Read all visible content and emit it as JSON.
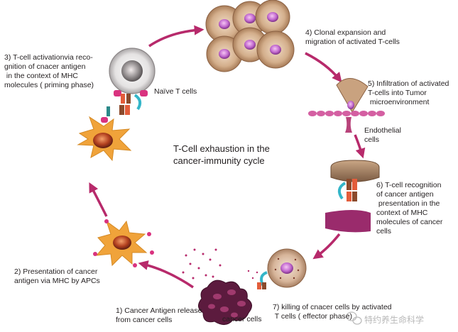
{
  "title": "T-Cell exhaustion in the\ncancer-immunity cycle",
  "steps": {
    "s1": "1) Cancer Antigen release\nfrom cancer cells",
    "s2": "2) Presentation of cancer\nantigen via MHC by APCs",
    "s3": "3) T-cell activationvia reco-\ngnition of cnacer antigen\n in the context of MHC\nmolecules ( priming phase)",
    "s4": "4) Clonal expansion and\nmigration of activated T-cells",
    "s5": "5) Infiltration of activated\nT-cells into Tumor\n microenvironment",
    "s6": "6) T-cell recognition\nof cancer antigen\n presentation in the\ncontext of MHC\nmolecules of cancer\ncells",
    "s7": "7) killing of cnacer cells by activated\n T cells ( effector phase)"
  },
  "labels": {
    "naive_t_cells": "Naïve T cells",
    "endothelial_cells": "Endothelial\ncells",
    "cancer_cells": "cancer cells"
  },
  "watermark": "特约养生命科学",
  "colors": {
    "arrow": "#b72a6b",
    "t_cell_body": "#c9a27f",
    "nucleus": "#8e3b92",
    "apc": "#f0a33a",
    "cancer_cell": "#5c1b3e",
    "tumor_surface": "#9a2b6c"
  }
}
